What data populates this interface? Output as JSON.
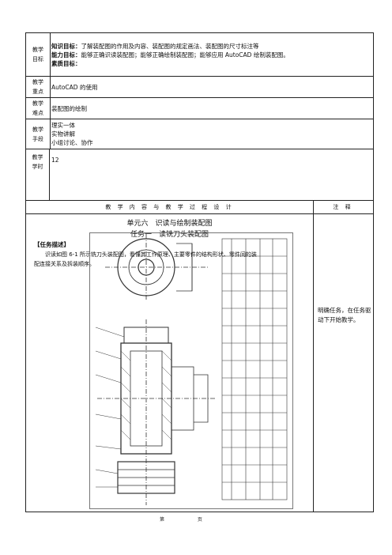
{
  "rows": {
    "goals": {
      "label_top": "教学",
      "label_bottom": "目标",
      "knowledge_key": "知识目标：",
      "knowledge_text": "了解装配图的作用及内容、装配图的规定画法、装配图的尺寸标注等",
      "ability_key": "能力目标：",
      "ability_text": "能够正确识读装配图；能够正确绘制装配图；能够应用 AutoCAD 绘制装配图。",
      "quality_key": "素质目标："
    },
    "key_point": {
      "label_top": "教学",
      "label_bottom": "重点",
      "text": "AutoCAD 的使用"
    },
    "difficulty": {
      "label_top": "教学",
      "label_bottom": "难点",
      "text": "装配图的绘制"
    },
    "method": {
      "label_top": "教学",
      "label_bottom": "手段",
      "items": [
        "理实一体",
        "实物讲解",
        "小组讨论、协作"
      ]
    },
    "hours": {
      "label_top": "教学",
      "label_bottom": "学时",
      "text": "12"
    }
  },
  "process_header": {
    "left": "教 学 内 容 与 教 学 过 程 设 计",
    "right": "注 释"
  },
  "content": {
    "unit_title": "单元六　识读与绘制装配图",
    "task_title": "任务一　读铣刀头装配图",
    "task_heading": "【任务描述】",
    "task_desc_1": "识读如图 6-1 所示铣刀头装配图，看懂其工作原理、主要零件的结构形状、零件间的装",
    "task_desc_2": "配连接关系及拆装顺序。"
  },
  "note": "明确任务，在任务驱动下开始教学。",
  "footer": "第 页"
}
